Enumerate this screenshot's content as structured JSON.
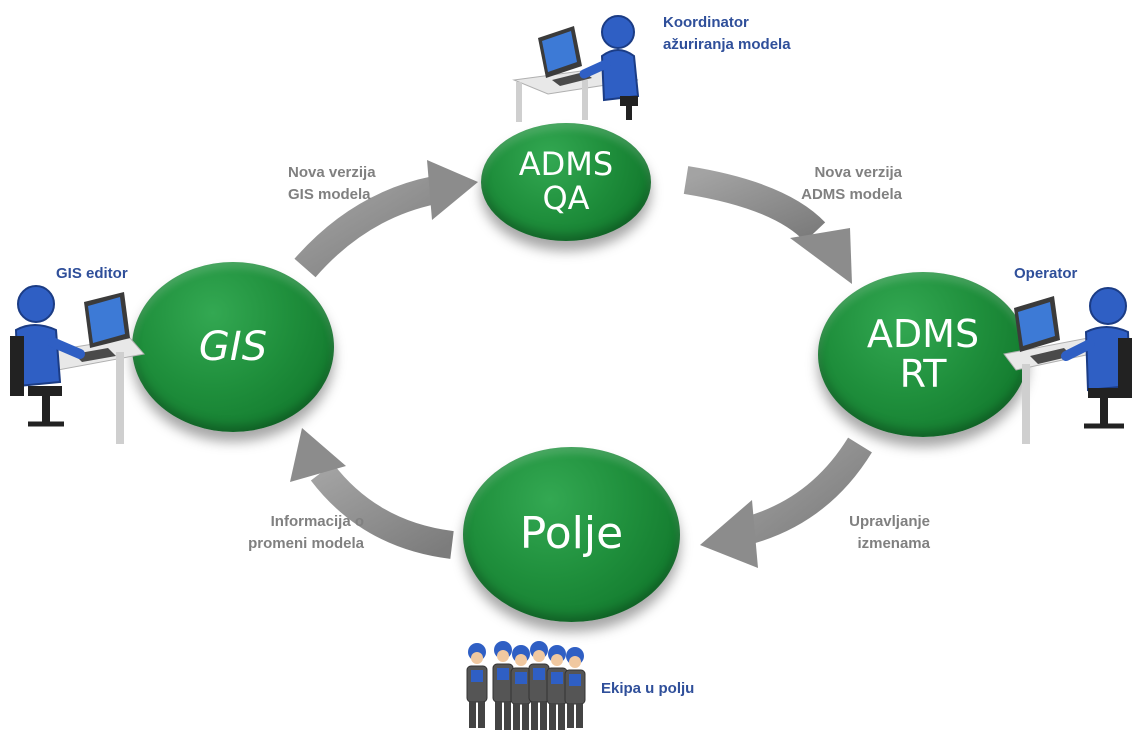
{
  "nodes": {
    "qa": {
      "line1": "ADMS",
      "line2": "QA"
    },
    "rt": {
      "line1": "ADMS",
      "line2": "RT"
    },
    "gis": {
      "label": "GIS"
    },
    "polje": {
      "label": "Polje"
    }
  },
  "edges": {
    "gis_to_qa": {
      "line1": "Nova verzija",
      "line2": "GIS modela"
    },
    "qa_to_rt": {
      "line1": "Nova verzija",
      "line2": "ADMS modela"
    },
    "rt_to_polje": {
      "line1": "Upravljanje",
      "line2": "izmenama"
    },
    "polje_to_gis": {
      "line1": "Informacija o",
      "line2": "promeni modela"
    }
  },
  "actors": {
    "coordinator": {
      "line1": "Koordinator",
      "line2": "ažuriranja modela",
      "icon": "person-at-computer-icon"
    },
    "gis_editor": {
      "label": "GIS editor",
      "icon": "person-at-computer-icon"
    },
    "operator": {
      "label": "Operator",
      "icon": "person-at-computer-icon"
    },
    "field_crew": {
      "label": "Ekipa u polju",
      "icon": "worker-group-icon"
    }
  },
  "colors": {
    "node_green": "#1f8f3c",
    "arrow_gray": "#8c8c8c",
    "edge_label_gray": "#808080",
    "actor_label_blue": "#2f4f9a"
  }
}
